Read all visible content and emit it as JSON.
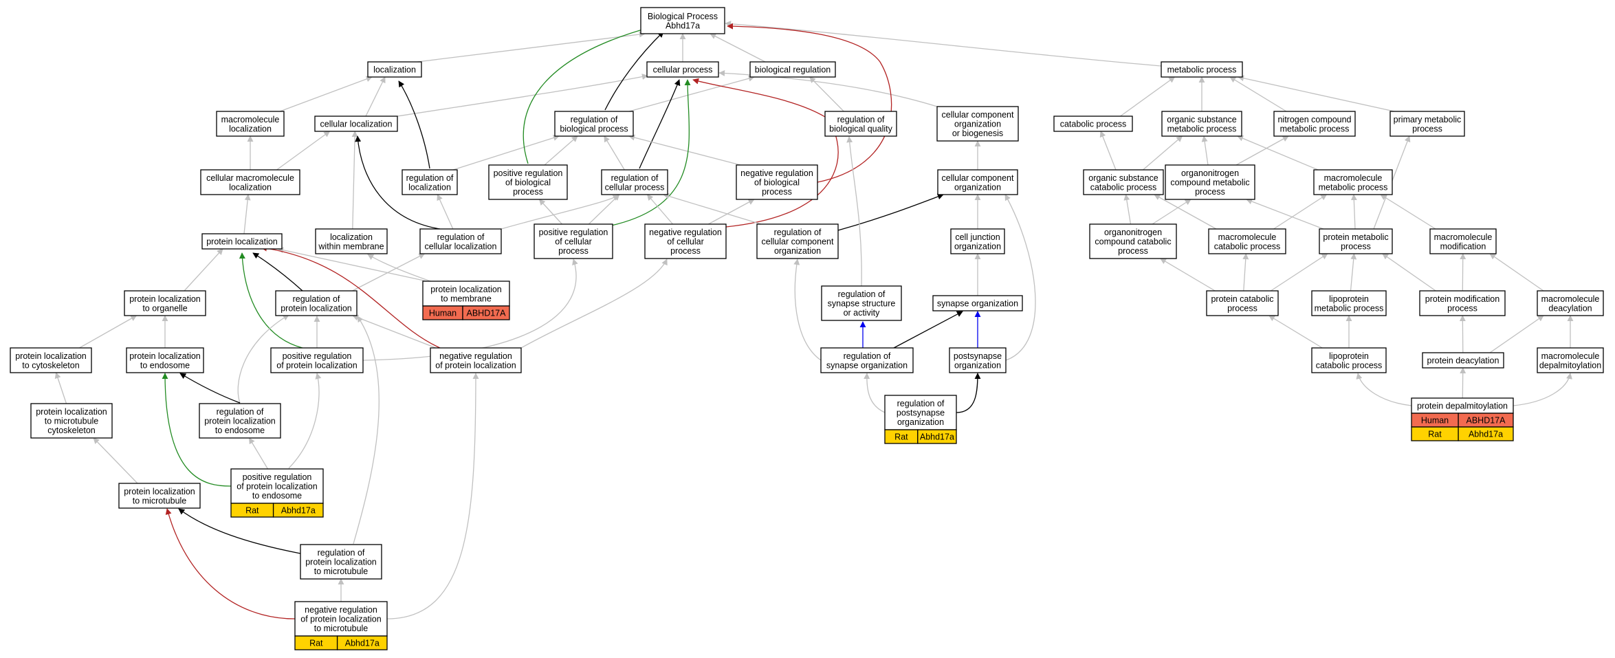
{
  "colors": {
    "is_a": "#c0c0c0",
    "regulates": "#000000",
    "positively_regulates": "#228b22",
    "negatively_regulates": "#b22222",
    "part_of": "#0000ee",
    "human_badge": "#f26b50",
    "rat_badge": "#ffd200"
  },
  "nodes": [
    {
      "id": "bp",
      "lines": [
        "Biological Process",
        "Abhd17a"
      ]
    },
    {
      "id": "loc",
      "lines": [
        "localization"
      ]
    },
    {
      "id": "cp",
      "lines": [
        "cellular process"
      ]
    },
    {
      "id": "br",
      "lines": [
        "biological regulation"
      ]
    },
    {
      "id": "mp",
      "lines": [
        "metabolic process"
      ]
    },
    {
      "id": "mml",
      "lines": [
        "macromolecule",
        "localization"
      ]
    },
    {
      "id": "cl",
      "lines": [
        "cellular localization"
      ]
    },
    {
      "id": "rbp",
      "lines": [
        "regulation of",
        "biological process"
      ]
    },
    {
      "id": "rbq",
      "lines": [
        "regulation of",
        "biological quality"
      ]
    },
    {
      "id": "ccob",
      "lines": [
        "cellular component",
        "organization",
        "or biogenesis"
      ]
    },
    {
      "id": "catp",
      "lines": [
        "catabolic process"
      ]
    },
    {
      "id": "osmp",
      "lines": [
        "organic substance",
        "metabolic process"
      ]
    },
    {
      "id": "ncmp",
      "lines": [
        "nitrogen compound",
        "metabolic process"
      ]
    },
    {
      "id": "pmp",
      "lines": [
        "primary metabolic",
        "process"
      ]
    },
    {
      "id": "cmml",
      "lines": [
        "cellular macromolecule",
        "localization"
      ]
    },
    {
      "id": "rloc",
      "lines": [
        "regulation of",
        "localization"
      ]
    },
    {
      "id": "prbp",
      "lines": [
        "positive regulation",
        "of biological",
        "process"
      ]
    },
    {
      "id": "rcp",
      "lines": [
        "regulation of",
        "cellular process"
      ]
    },
    {
      "id": "nrbp",
      "lines": [
        "negative regulation",
        "of biological",
        "process"
      ]
    },
    {
      "id": "cco",
      "lines": [
        "cellular component",
        "organization"
      ]
    },
    {
      "id": "oscp",
      "lines": [
        "organic substance",
        "catabolic process"
      ]
    },
    {
      "id": "oncmp",
      "lines": [
        "organonitrogen",
        "compound metabolic",
        "process"
      ]
    },
    {
      "id": "mmmp",
      "lines": [
        "macromolecule",
        "metabolic process"
      ]
    },
    {
      "id": "ploc",
      "lines": [
        "protein localization"
      ]
    },
    {
      "id": "lwm",
      "lines": [
        "localization",
        "within membrane"
      ]
    },
    {
      "id": "rcl",
      "lines": [
        "regulation of",
        "cellular localization"
      ]
    },
    {
      "id": "prcp",
      "lines": [
        "positive regulation",
        "of cellular",
        "process"
      ]
    },
    {
      "id": "nrcp",
      "lines": [
        "negative regulation",
        "of cellular",
        "process"
      ]
    },
    {
      "id": "rcco",
      "lines": [
        "regulation of",
        "cellular component",
        "organization"
      ]
    },
    {
      "id": "cjo",
      "lines": [
        "cell junction",
        "organization"
      ]
    },
    {
      "id": "onccp",
      "lines": [
        "organonitrogen",
        "compound catabolic",
        "process"
      ]
    },
    {
      "id": "mmcp",
      "lines": [
        "macromolecule",
        "catabolic process"
      ]
    },
    {
      "id": "protmp",
      "lines": [
        "protein metabolic",
        "process"
      ]
    },
    {
      "id": "mmmod",
      "lines": [
        "macromolecule",
        "modification"
      ]
    },
    {
      "id": "plorg",
      "lines": [
        "protein localization",
        "to organelle"
      ]
    },
    {
      "id": "rploc",
      "lines": [
        "regulation of",
        "protein localization"
      ]
    },
    {
      "id": "plmem",
      "lines": [
        "protein localization",
        "to membrane"
      ],
      "badges": [
        {
          "org": "Human",
          "gene": "ABHD17A",
          "color": "human"
        }
      ]
    },
    {
      "id": "rssa",
      "lines": [
        "regulation of",
        "synapse structure",
        "or activity"
      ]
    },
    {
      "id": "so",
      "lines": [
        "synapse organization"
      ]
    },
    {
      "id": "pcp",
      "lines": [
        "protein catabolic",
        "process"
      ]
    },
    {
      "id": "lpmp",
      "lines": [
        "lipoprotein",
        "metabolic process"
      ]
    },
    {
      "id": "pmodp",
      "lines": [
        "protein modification",
        "process"
      ]
    },
    {
      "id": "mmdeac",
      "lines": [
        "macromolecule",
        "deacylation"
      ]
    },
    {
      "id": "plcs",
      "lines": [
        "protein localization",
        "to cytoskeleton"
      ]
    },
    {
      "id": "ple",
      "lines": [
        "protein localization",
        "to endosome"
      ]
    },
    {
      "id": "prploc",
      "lines": [
        "positive regulation",
        "of protein localization"
      ]
    },
    {
      "id": "nrploc",
      "lines": [
        "negative regulation",
        "of protein localization"
      ]
    },
    {
      "id": "rso",
      "lines": [
        "regulation of",
        "synapse organization"
      ]
    },
    {
      "id": "pso",
      "lines": [
        "postsynapse",
        "organization"
      ]
    },
    {
      "id": "lpcp",
      "lines": [
        "lipoprotein",
        "catabolic process"
      ]
    },
    {
      "id": "pdeac",
      "lines": [
        "protein deacylation"
      ]
    },
    {
      "id": "mmdepalm",
      "lines": [
        "macromolecule",
        "depalmitoylation"
      ]
    },
    {
      "id": "plmtcs",
      "lines": [
        "protein localization",
        "to microtubule",
        "cytoskeleton"
      ]
    },
    {
      "id": "rple",
      "lines": [
        "regulation of",
        "protein localization",
        "to endosome"
      ]
    },
    {
      "id": "rpso",
      "lines": [
        "regulation of",
        "postsynapse",
        "organization"
      ],
      "badges": [
        {
          "org": "Rat",
          "gene": "Abhd17a",
          "color": "rat"
        }
      ]
    },
    {
      "id": "pdepalm",
      "lines": [
        "protein depalmitoylation"
      ],
      "badges": [
        {
          "org": "Human",
          "gene": "ABHD17A",
          "color": "human"
        },
        {
          "org": "Rat",
          "gene": "Abhd17a",
          "color": "rat"
        }
      ]
    },
    {
      "id": "prple",
      "lines": [
        "positive regulation",
        "of protein localization",
        "to endosome"
      ],
      "badges": [
        {
          "org": "Rat",
          "gene": "Abhd17a",
          "color": "rat"
        }
      ]
    },
    {
      "id": "plmt",
      "lines": [
        "protein localization",
        "to microtubule"
      ]
    },
    {
      "id": "rplmt",
      "lines": [
        "regulation of",
        "protein localization",
        "to microtubule"
      ]
    },
    {
      "id": "nrplmt",
      "lines": [
        "negative regulation",
        "of protein localization",
        "to microtubule"
      ],
      "badges": [
        {
          "org": "Rat",
          "gene": "Abhd17a",
          "color": "rat"
        }
      ]
    }
  ],
  "edges": [
    {
      "from": "loc",
      "to": "bp",
      "type": "is_a"
    },
    {
      "from": "cp",
      "to": "bp",
      "type": "is_a"
    },
    {
      "from": "br",
      "to": "bp",
      "type": "is_a"
    },
    {
      "from": "mp",
      "to": "bp",
      "type": "is_a"
    },
    {
      "from": "mml",
      "to": "loc",
      "type": "is_a"
    },
    {
      "from": "cl",
      "to": "loc",
      "type": "is_a"
    },
    {
      "from": "cl",
      "to": "cp",
      "type": "is_a"
    },
    {
      "from": "rbp",
      "to": "br",
      "type": "is_a"
    },
    {
      "from": "rbq",
      "to": "br",
      "type": "is_a"
    },
    {
      "from": "ccob",
      "to": "cp",
      "type": "is_a"
    },
    {
      "from": "catp",
      "to": "mp",
      "type": "is_a"
    },
    {
      "from": "osmp",
      "to": "mp",
      "type": "is_a"
    },
    {
      "from": "ncmp",
      "to": "mp",
      "type": "is_a"
    },
    {
      "from": "pmp",
      "to": "mp",
      "type": "is_a"
    },
    {
      "from": "cmml",
      "to": "mml",
      "type": "is_a"
    },
    {
      "from": "cmml",
      "to": "cl",
      "type": "is_a"
    },
    {
      "from": "rloc",
      "to": "rbp",
      "type": "is_a"
    },
    {
      "from": "rloc",
      "to": "loc",
      "type": "regulates"
    },
    {
      "from": "prbp",
      "to": "rbp",
      "type": "is_a"
    },
    {
      "from": "prbp",
      "to": "bp",
      "type": "positively_regulates"
    },
    {
      "from": "rcp",
      "to": "rbp",
      "type": "is_a"
    },
    {
      "from": "rcp",
      "to": "cp",
      "type": "regulates"
    },
    {
      "from": "nrbp",
      "to": "rbp",
      "type": "is_a"
    },
    {
      "from": "nrbp",
      "to": "bp",
      "type": "negatively_regulates"
    },
    {
      "from": "rbp",
      "to": "bp",
      "type": "regulates"
    },
    {
      "from": "cco",
      "to": "ccob",
      "type": "is_a"
    },
    {
      "from": "oscp",
      "to": "catp",
      "type": "is_a"
    },
    {
      "from": "oscp",
      "to": "osmp",
      "type": "is_a"
    },
    {
      "from": "oncmp",
      "to": "osmp",
      "type": "is_a"
    },
    {
      "from": "oncmp",
      "to": "ncmp",
      "type": "is_a"
    },
    {
      "from": "mmmp",
      "to": "osmp",
      "type": "is_a"
    },
    {
      "from": "ploc",
      "to": "cmml",
      "type": "is_a"
    },
    {
      "from": "lwm",
      "to": "cl",
      "type": "is_a"
    },
    {
      "from": "rcl",
      "to": "rloc",
      "type": "is_a"
    },
    {
      "from": "rcl",
      "to": "rcp",
      "type": "is_a"
    },
    {
      "from": "rcl",
      "to": "cl",
      "type": "regulates"
    },
    {
      "from": "prcp",
      "to": "prbp",
      "type": "is_a"
    },
    {
      "from": "prcp",
      "to": "rcp",
      "type": "is_a"
    },
    {
      "from": "prcp",
      "to": "cp",
      "type": "positively_regulates"
    },
    {
      "from": "nrcp",
      "to": "nrbp",
      "type": "is_a"
    },
    {
      "from": "nrcp",
      "to": "rcp",
      "type": "is_a"
    },
    {
      "from": "nrcp",
      "to": "cp",
      "type": "negatively_regulates"
    },
    {
      "from": "rcco",
      "to": "rcp",
      "type": "is_a"
    },
    {
      "from": "rcco",
      "to": "cco",
      "type": "regulates"
    },
    {
      "from": "cjo",
      "to": "cco",
      "type": "is_a"
    },
    {
      "from": "onccp",
      "to": "oscp",
      "type": "is_a"
    },
    {
      "from": "onccp",
      "to": "oncmp",
      "type": "is_a"
    },
    {
      "from": "mmcp",
      "to": "oscp",
      "type": "is_a"
    },
    {
      "from": "mmcp",
      "to": "mmmp",
      "type": "is_a"
    },
    {
      "from": "protmp",
      "to": "oncmp",
      "type": "is_a"
    },
    {
      "from": "protmp",
      "to": "mmmp",
      "type": "is_a"
    },
    {
      "from": "protmp",
      "to": "pmp",
      "type": "is_a"
    },
    {
      "from": "mmmod",
      "to": "mmmp",
      "type": "is_a"
    },
    {
      "from": "plorg",
      "to": "ploc",
      "type": "is_a"
    },
    {
      "from": "rploc",
      "to": "rcl",
      "type": "is_a"
    },
    {
      "from": "rploc",
      "to": "ploc",
      "type": "regulates"
    },
    {
      "from": "plmem",
      "to": "ploc",
      "type": "is_a"
    },
    {
      "from": "plmem",
      "to": "lwm",
      "type": "is_a"
    },
    {
      "from": "rssa",
      "to": "rbq",
      "type": "is_a"
    },
    {
      "from": "so",
      "to": "cjo",
      "type": "is_a"
    },
    {
      "from": "pcp",
      "to": "onccp",
      "type": "is_a"
    },
    {
      "from": "pcp",
      "to": "mmcp",
      "type": "is_a"
    },
    {
      "from": "pcp",
      "to": "protmp",
      "type": "is_a"
    },
    {
      "from": "lpmp",
      "to": "protmp",
      "type": "is_a"
    },
    {
      "from": "pmodp",
      "to": "protmp",
      "type": "is_a"
    },
    {
      "from": "pmodp",
      "to": "mmmod",
      "type": "is_a"
    },
    {
      "from": "mmdeac",
      "to": "mmmod",
      "type": "is_a"
    },
    {
      "from": "plcs",
      "to": "plorg",
      "type": "is_a"
    },
    {
      "from": "ple",
      "to": "plorg",
      "type": "is_a"
    },
    {
      "from": "prploc",
      "to": "rploc",
      "type": "is_a"
    },
    {
      "from": "prploc",
      "to": "prcp",
      "type": "is_a"
    },
    {
      "from": "prploc",
      "to": "ploc",
      "type": "positively_regulates"
    },
    {
      "from": "nrploc",
      "to": "rploc",
      "type": "is_a"
    },
    {
      "from": "nrploc",
      "to": "nrcp",
      "type": "is_a"
    },
    {
      "from": "nrploc",
      "to": "ploc",
      "type": "negatively_regulates"
    },
    {
      "from": "rso",
      "to": "rcco",
      "type": "is_a"
    },
    {
      "from": "rso",
      "to": "rssa",
      "type": "part_of"
    },
    {
      "from": "rso",
      "to": "so",
      "type": "regulates"
    },
    {
      "from": "pso",
      "to": "so",
      "type": "part_of"
    },
    {
      "from": "pso",
      "to": "cco",
      "type": "is_a"
    },
    {
      "from": "lpcp",
      "to": "pcp",
      "type": "is_a"
    },
    {
      "from": "lpcp",
      "to": "lpmp",
      "type": "is_a"
    },
    {
      "from": "pdeac",
      "to": "pmodp",
      "type": "is_a"
    },
    {
      "from": "pdeac",
      "to": "mmdeac",
      "type": "is_a"
    },
    {
      "from": "mmdepalm",
      "to": "mmdeac",
      "type": "is_a"
    },
    {
      "from": "plmtcs",
      "to": "plcs",
      "type": "is_a"
    },
    {
      "from": "rple",
      "to": "rploc",
      "type": "is_a"
    },
    {
      "from": "rple",
      "to": "ple",
      "type": "regulates"
    },
    {
      "from": "rpso",
      "to": "rso",
      "type": "is_a"
    },
    {
      "from": "rpso",
      "to": "pso",
      "type": "regulates"
    },
    {
      "from": "pdepalm",
      "to": "pdeac",
      "type": "is_a"
    },
    {
      "from": "pdepalm",
      "to": "lpcp",
      "type": "is_a"
    },
    {
      "from": "pdepalm",
      "to": "mmdepalm",
      "type": "is_a"
    },
    {
      "from": "prple",
      "to": "rple",
      "type": "is_a"
    },
    {
      "from": "prple",
      "to": "prploc",
      "type": "is_a"
    },
    {
      "from": "prple",
      "to": "ple",
      "type": "positively_regulates"
    },
    {
      "from": "plmt",
      "to": "plmtcs",
      "type": "is_a"
    },
    {
      "from": "rplmt",
      "to": "rploc",
      "type": "is_a"
    },
    {
      "from": "rplmt",
      "to": "plmt",
      "type": "regulates"
    },
    {
      "from": "nrplmt",
      "to": "rplmt",
      "type": "is_a"
    },
    {
      "from": "nrplmt",
      "to": "nrploc",
      "type": "is_a"
    },
    {
      "from": "nrplmt",
      "to": "plmt",
      "type": "negatively_regulates"
    }
  ]
}
